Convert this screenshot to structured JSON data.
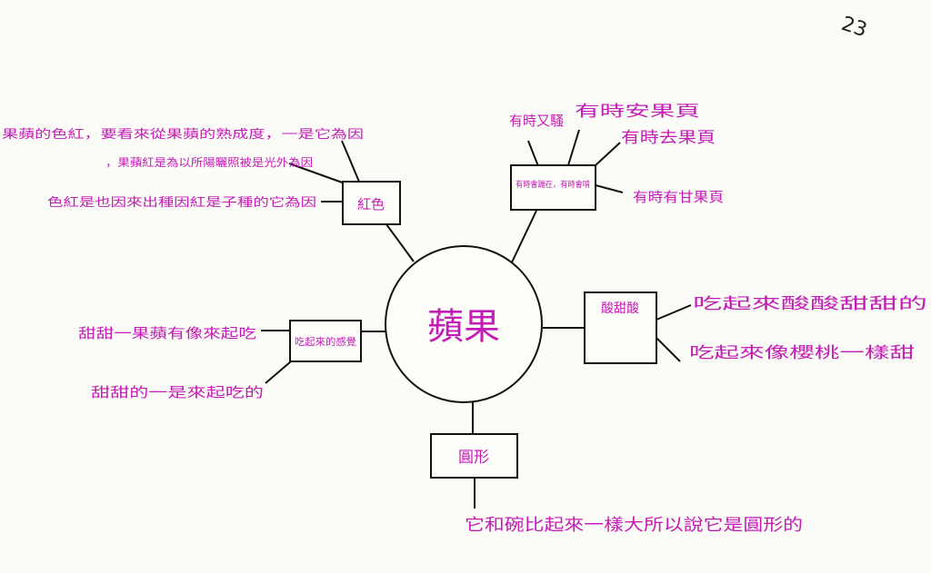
{
  "page_number": "23",
  "center": {
    "label": "蘋果"
  },
  "branches": {
    "color": {
      "label": "紅色",
      "notes": [
        "果蘋的色紅，要看來從果蘋的熟成度，一是它為因",
        "，果蘋紅是為以所陽曬照被是光外為因",
        "色紅是也因來出種因紅是子種的它為因"
      ]
    },
    "mood": {
      "label": "有時會蹦在，有時會啃",
      "notes": [
        "有時又騷",
        "有時安果頁",
        "有時去果頁",
        "有時有甘果頁"
      ]
    },
    "taste": {
      "label": "酸甜酸",
      "notes": [
        "吃起來酸酸甜甜的",
        "吃起來像櫻桃一樣甜"
      ]
    },
    "texture": {
      "label": "吃起來的感覺",
      "notes": [
        "甜甜一果蘋有像來起吃",
        "甜甜的一是來起吃的"
      ]
    },
    "shape": {
      "label": "圓形",
      "notes": [
        "它和碗比起來一樣大所以說它是圓形的"
      ]
    }
  },
  "colors": {
    "ink": "#c41cb6",
    "pen": "#111111",
    "paper": "#fbfbf7"
  }
}
